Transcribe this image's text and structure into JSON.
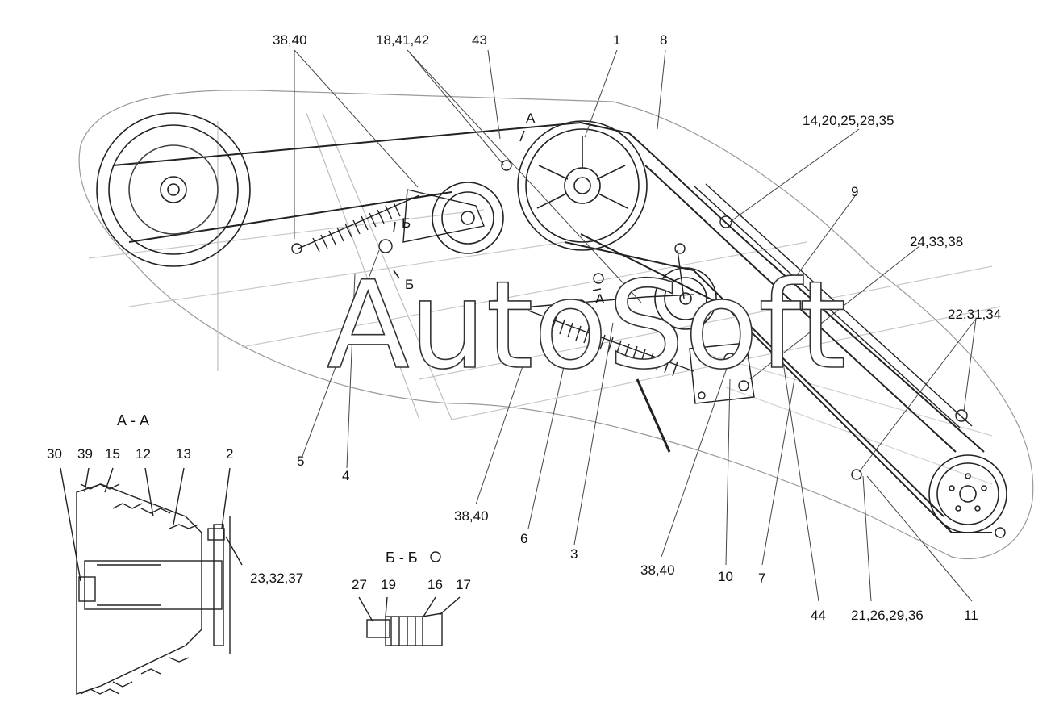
{
  "watermark": "AutoSoft",
  "section_aa": "А - А",
  "section_bb": "Б - Б",
  "callouts": [
    "38,40",
    "18,41,42",
    "43",
    "1",
    "8",
    "14,20,25,28,35",
    "9",
    "24,33,38",
    "22,31,34",
    "5",
    "4",
    "38,40",
    "6",
    "3",
    "38,40",
    "10",
    "7",
    "44",
    "21,26,29,36",
    "11",
    "30",
    "39",
    "15",
    "12",
    "13",
    "2",
    "23,32,37",
    "27",
    "19",
    "16",
    "17"
  ],
  "section_marks": [
    "А",
    "Б",
    "Б",
    "А"
  ]
}
